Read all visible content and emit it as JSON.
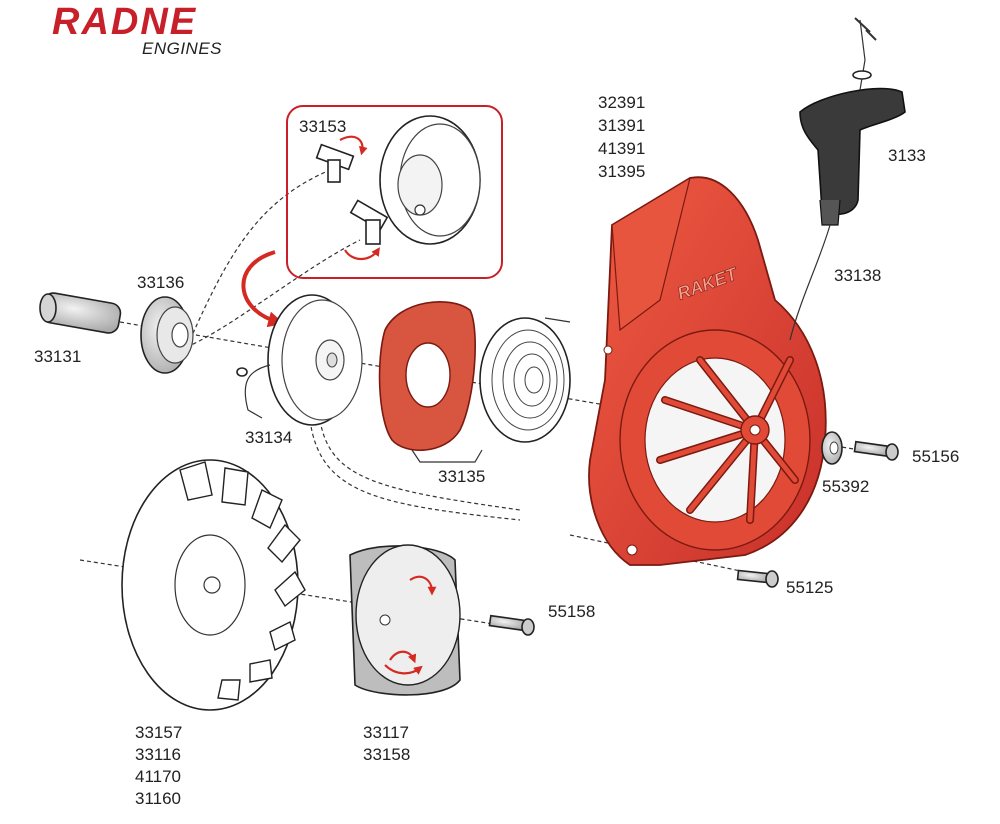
{
  "brand": {
    "name": "RADNE",
    "subtitle": "ENGINES"
  },
  "colors": {
    "brand_red": "#c8202a",
    "housing_red": "#de3f30",
    "housing_dark": "#b82a1e",
    "spring_cover": "#d8553f",
    "handle": "#3a3a3a",
    "arrow_red": "#d42a22",
    "metal": "#bdbdbd"
  },
  "parts": [
    {
      "id": "recoil-housing",
      "numbers": [
        "32391",
        "31391",
        "41391",
        "31395"
      ]
    },
    {
      "id": "starter-handle",
      "numbers": [
        "3133"
      ]
    },
    {
      "id": "starter-rope",
      "numbers": [
        "33138"
      ]
    },
    {
      "id": "pawls-detail",
      "numbers": [
        "33153"
      ]
    },
    {
      "id": "pawl-guide",
      "numbers": [
        "33136"
      ]
    },
    {
      "id": "center-pin",
      "numbers": [
        "33131"
      ]
    },
    {
      "id": "rope-pulley",
      "numbers": [
        "33134"
      ]
    },
    {
      "id": "spring-and-cover",
      "numbers": [
        "33135"
      ]
    },
    {
      "id": "housing-washer",
      "numbers": [
        "55392"
      ]
    },
    {
      "id": "housing-screw",
      "numbers": [
        "55156"
      ]
    },
    {
      "id": "mount-screw",
      "numbers": [
        "55125"
      ]
    },
    {
      "id": "flywheel",
      "numbers": [
        "33157",
        "33116",
        "41170",
        "31160"
      ]
    },
    {
      "id": "starter-cup",
      "numbers": [
        "33117",
        "33158"
      ]
    },
    {
      "id": "cup-bolt",
      "numbers": [
        "55158"
      ]
    }
  ],
  "housing_embossing": "RAKET"
}
